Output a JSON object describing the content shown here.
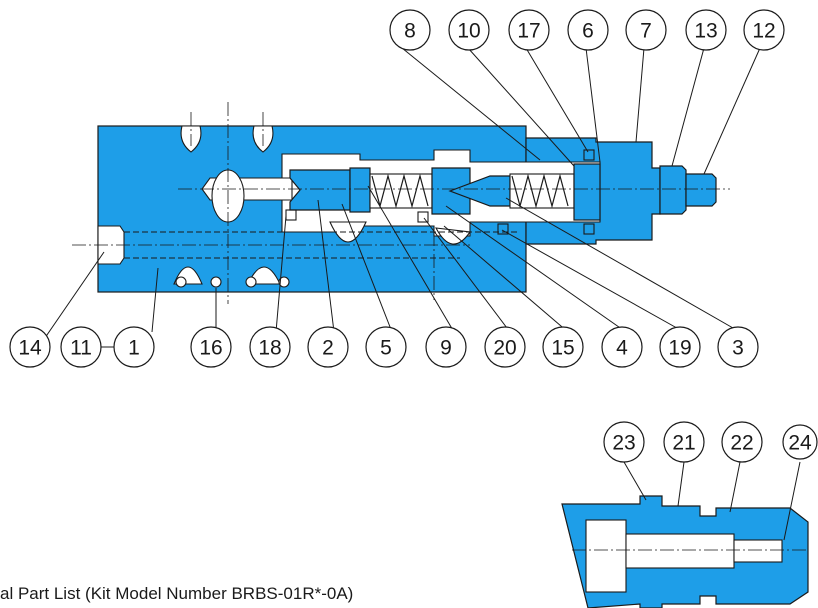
{
  "balloons_top": [
    "8",
    "10",
    "17",
    "6",
    "7",
    "13",
    "12"
  ],
  "balloons_bottom": [
    "14",
    "11",
    "1",
    "16",
    "18",
    "2",
    "5",
    "9",
    "20",
    "15",
    "4",
    "19",
    "3"
  ],
  "balloons_detail": [
    "23",
    "21",
    "22",
    "24"
  ],
  "caption": "al Part List (Kit Model Number BRBS-01R*-0A)",
  "colors": {
    "body": "#1e9ee8",
    "line": "#1a1a1a",
    "background": "#ffffff"
  }
}
